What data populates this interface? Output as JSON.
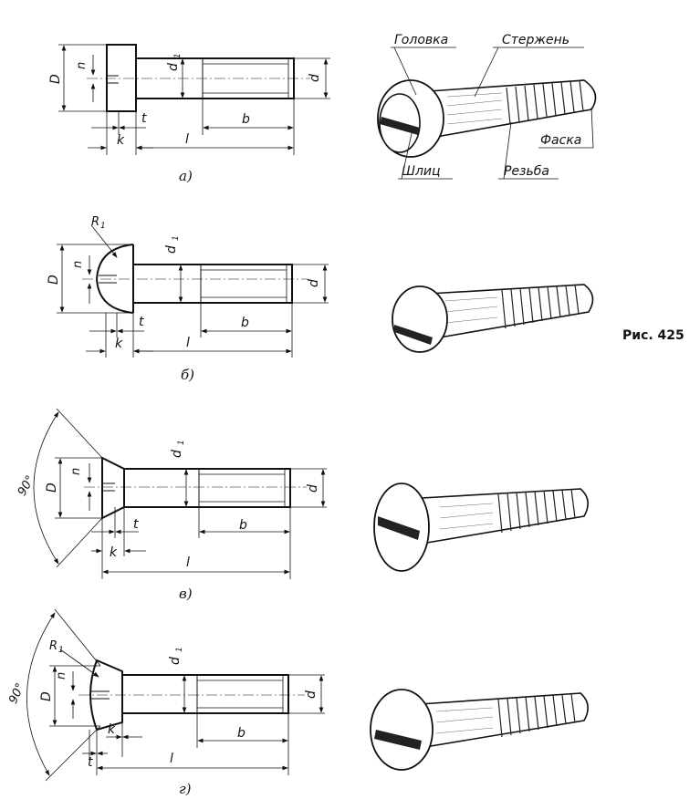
{
  "figure_label": "Рис. 425",
  "captions": [
    "а)",
    "б)",
    "в)",
    "г)"
  ],
  "parts": {
    "head": "Головка",
    "shank": "Стержень",
    "slot": "Шлиц",
    "chamfer": "Фаска",
    "thread": "Резьба"
  },
  "dims": {
    "D": "D",
    "n": "n",
    "d1": "d",
    "d1_sub": "1",
    "d": "d",
    "t": "t",
    "k": "k",
    "l": "l",
    "b": "b",
    "R1": "R",
    "R1_sub": "1",
    "angle": "90°"
  }
}
